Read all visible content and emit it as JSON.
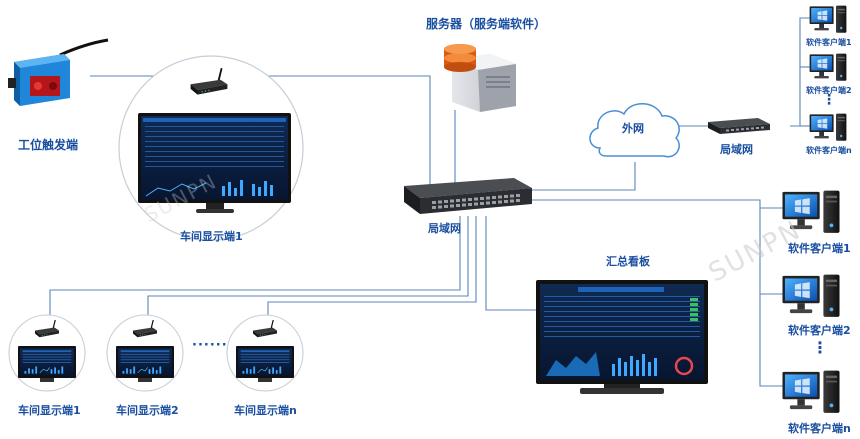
{
  "labels": {
    "server": "服务器（服务端软件）",
    "trigger": "工位触发端",
    "workshop_main": "车间显示端1",
    "lan_center": "局域网",
    "wan": "外网",
    "lan_top": "局域网",
    "dashboard": "汇总看板",
    "ws1": "车间显示端1",
    "ws2": "车间显示端2",
    "wsn": "车间显示端n",
    "top_c1": "软件客户端1",
    "top_c2": "软件客户端2",
    "top_cn": "软件客户端n",
    "right_c1": "软件客户端1",
    "right_c2": "软件客户端2",
    "right_cn": "软件客户端n"
  },
  "dots": {
    "bottom": "······",
    "top": "⋮",
    "right": "⋮"
  },
  "watermark": "SUNPN",
  "colors": {
    "line": "#5b84b8",
    "label": "#1a4fa0",
    "screen": "#0d1e3c"
  }
}
